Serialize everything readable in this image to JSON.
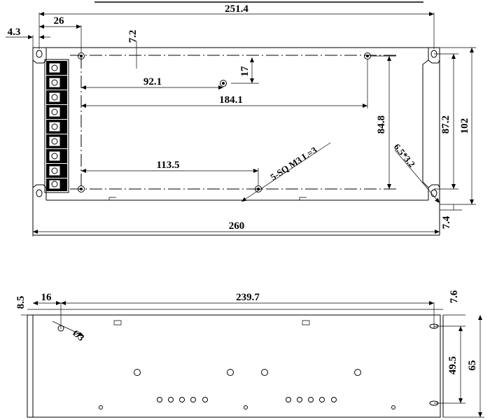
{
  "top_view": {
    "overall_length": "260",
    "hole_pitch": "251.4",
    "offset_left": "4.3",
    "terminal_offset": "26",
    "top_offset": "7.2",
    "dist_92": "92.1",
    "dist_17": "17",
    "dist_184": "184.1",
    "dist_113": "113.5",
    "screw_note": "5-SQ M3 L=3",
    "slot_note": "6.5*3.2",
    "height_84": "84.8",
    "height_87": "87.2",
    "height_102": "102",
    "bottom_offset": "7.4"
  },
  "side_view": {
    "left_offset": "8.5",
    "dist_16": "16",
    "dist_239": "239.7",
    "top_76": "7.6",
    "hole_note": "Ø3",
    "dist_49": "49.5",
    "height_65": "65"
  }
}
